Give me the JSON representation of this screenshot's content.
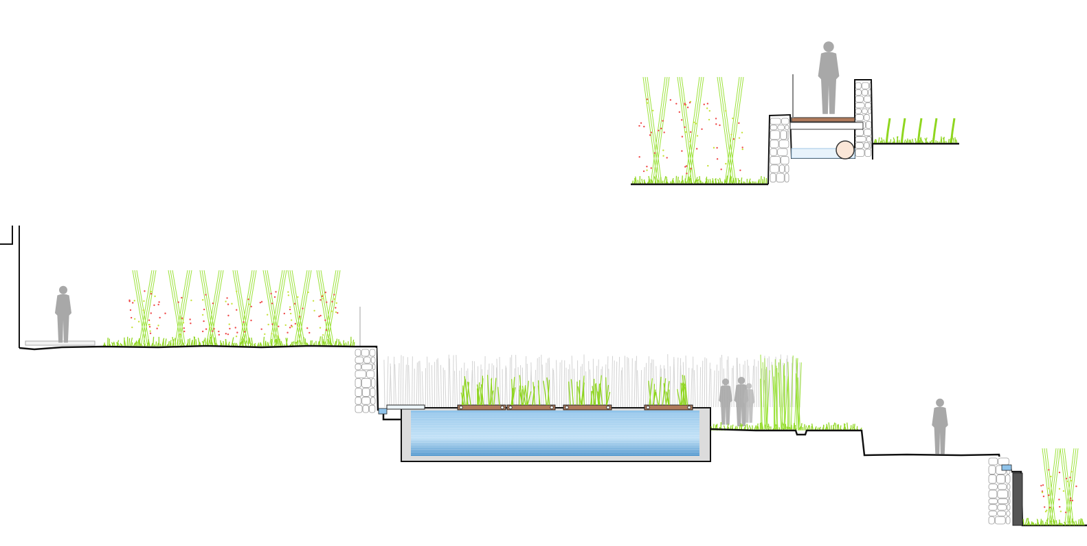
{
  "drawing": {
    "title": "",
    "type": "landscape-section",
    "colors": {
      "ground": "#111111",
      "grass": "#8fd61f",
      "plant_stem": "#9be23a",
      "flower_red": "#ef4a4a",
      "flower_yellow": "#c7e23a",
      "stone_stroke": "#9a9a9a",
      "water_light": "#cfe6f6",
      "water_dark": "#4a92cc",
      "concrete": "#d9d9d9",
      "person": "#a8a8a8",
      "reed": "#d2d2d2",
      "deck_wood": "#b07b5c"
    },
    "elements": [
      "upper-terrace-section",
      "lower-section-with-pond",
      "human-figures",
      "stone-retaining-walls",
      "floating-planters",
      "reed-screen"
    ]
  }
}
